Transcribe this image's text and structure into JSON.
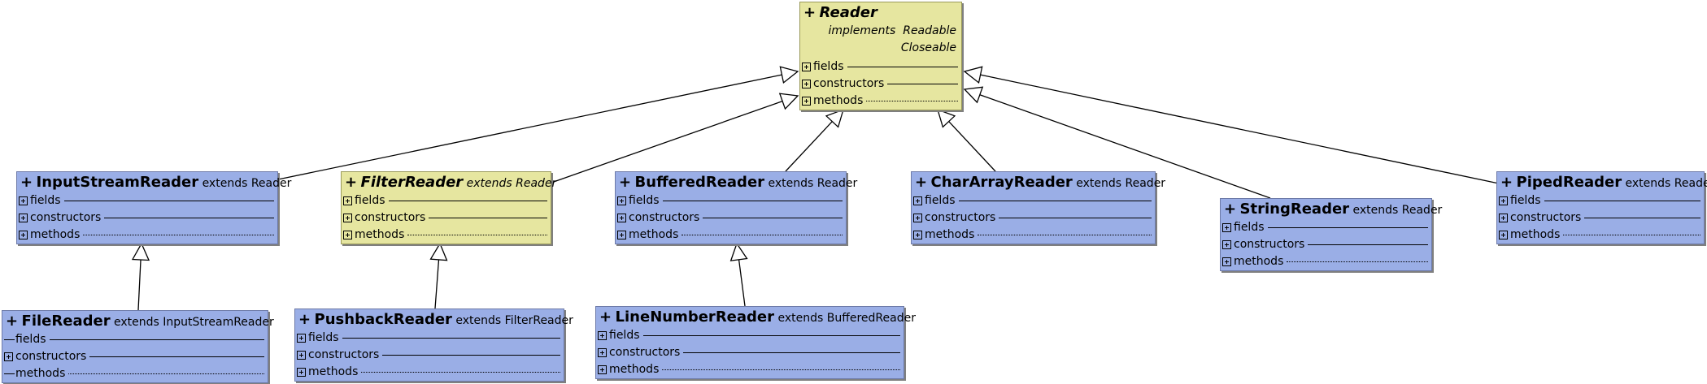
{
  "diagram": {
    "classes": [
      {
        "id": "reader",
        "visibility": "+",
        "name": "Reader",
        "abstract": true,
        "implements_label": "implements",
        "implements": [
          "Readable",
          "Closeable"
        ],
        "sections": [
          {
            "label": "fields",
            "toggle": "plus"
          },
          {
            "label": "constructors",
            "toggle": "plus"
          },
          {
            "label": "methods",
            "toggle": "plus"
          }
        ]
      },
      {
        "id": "inputstreamreader",
        "visibility": "+",
        "name": "InputStreamReader",
        "abstract": false,
        "extends_label": "extends",
        "extends": "Reader",
        "sections": [
          {
            "label": "fields",
            "toggle": "plus"
          },
          {
            "label": "constructors",
            "toggle": "plus"
          },
          {
            "label": "methods",
            "toggle": "plus"
          }
        ]
      },
      {
        "id": "filterreader",
        "visibility": "+",
        "name": "FilterReader",
        "abstract": true,
        "extends_label": "extends",
        "extends": "Reader",
        "sections": [
          {
            "label": "fields",
            "toggle": "plus"
          },
          {
            "label": "constructors",
            "toggle": "plus"
          },
          {
            "label": "methods",
            "toggle": "plus"
          }
        ]
      },
      {
        "id": "bufferedreader",
        "visibility": "+",
        "name": "BufferedReader",
        "abstract": false,
        "extends_label": "extends",
        "extends": "Reader",
        "sections": [
          {
            "label": "fields",
            "toggle": "plus"
          },
          {
            "label": "constructors",
            "toggle": "plus"
          },
          {
            "label": "methods",
            "toggle": "plus"
          }
        ]
      },
      {
        "id": "chararrayreader",
        "visibility": "+",
        "name": "CharArrayReader",
        "abstract": false,
        "extends_label": "extends",
        "extends": "Reader",
        "sections": [
          {
            "label": "fields",
            "toggle": "plus"
          },
          {
            "label": "constructors",
            "toggle": "plus"
          },
          {
            "label": "methods",
            "toggle": "plus"
          }
        ]
      },
      {
        "id": "stringreader",
        "visibility": "+",
        "name": "StringReader",
        "abstract": false,
        "extends_label": "extends",
        "extends": "Reader",
        "sections": [
          {
            "label": "fields",
            "toggle": "plus"
          },
          {
            "label": "constructors",
            "toggle": "plus"
          },
          {
            "label": "methods",
            "toggle": "plus"
          }
        ]
      },
      {
        "id": "pipedreader",
        "visibility": "+",
        "name": "PipedReader",
        "abstract": false,
        "extends_label": "extends",
        "extends": "Reader",
        "sections": [
          {
            "label": "fields",
            "toggle": "plus"
          },
          {
            "label": "constructors",
            "toggle": "plus"
          },
          {
            "label": "methods",
            "toggle": "plus"
          }
        ]
      },
      {
        "id": "filereader",
        "visibility": "+",
        "name": "FileReader",
        "abstract": false,
        "extends_label": "extends",
        "extends": "InputStreamReader",
        "sections": [
          {
            "label": "fields",
            "toggle": "minus"
          },
          {
            "label": "constructors",
            "toggle": "plus"
          },
          {
            "label": "methods",
            "toggle": "minus"
          }
        ]
      },
      {
        "id": "pushbackreader",
        "visibility": "+",
        "name": "PushbackReader",
        "abstract": false,
        "extends_label": "extends",
        "extends": "FilterReader",
        "sections": [
          {
            "label": "fields",
            "toggle": "plus"
          },
          {
            "label": "constructors",
            "toggle": "plus"
          },
          {
            "label": "methods",
            "toggle": "plus"
          }
        ]
      },
      {
        "id": "linenumberreader",
        "visibility": "+",
        "name": "LineNumberReader",
        "abstract": false,
        "extends_label": "extends",
        "extends": "BufferedReader",
        "sections": [
          {
            "label": "fields",
            "toggle": "plus"
          },
          {
            "label": "constructors",
            "toggle": "plus"
          },
          {
            "label": "methods",
            "toggle": "plus"
          }
        ]
      }
    ],
    "inheritance": [
      {
        "from": "inputstreamreader",
        "to": "reader"
      },
      {
        "from": "filterreader",
        "to": "reader"
      },
      {
        "from": "bufferedreader",
        "to": "reader"
      },
      {
        "from": "chararrayreader",
        "to": "reader"
      },
      {
        "from": "stringreader",
        "to": "reader"
      },
      {
        "from": "pipedreader",
        "to": "reader"
      },
      {
        "from": "filereader",
        "to": "inputstreamreader"
      },
      {
        "from": "pushbackreader",
        "to": "filterreader"
      },
      {
        "from": "linenumberreader",
        "to": "bufferedreader"
      }
    ],
    "colors": {
      "concrete_fill": "#9aaee6",
      "abstract_fill": "#e6e6a0",
      "edge": "#000000",
      "arrowhead_fill": "#ffffff"
    }
  }
}
